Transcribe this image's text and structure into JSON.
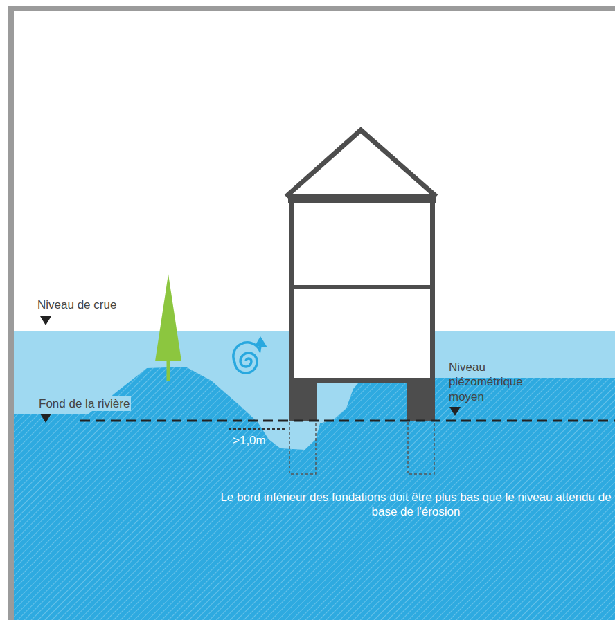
{
  "diagram": {
    "labels": [
      "Niveau de crue",
      "Fond de la rivière",
      "Niveau piézométrique moyen",
      ">1,0m",
      "Le bord inférieur des fondations doit être plus bas que le niveau attendu de base de l'érosion"
    ]
  }
}
